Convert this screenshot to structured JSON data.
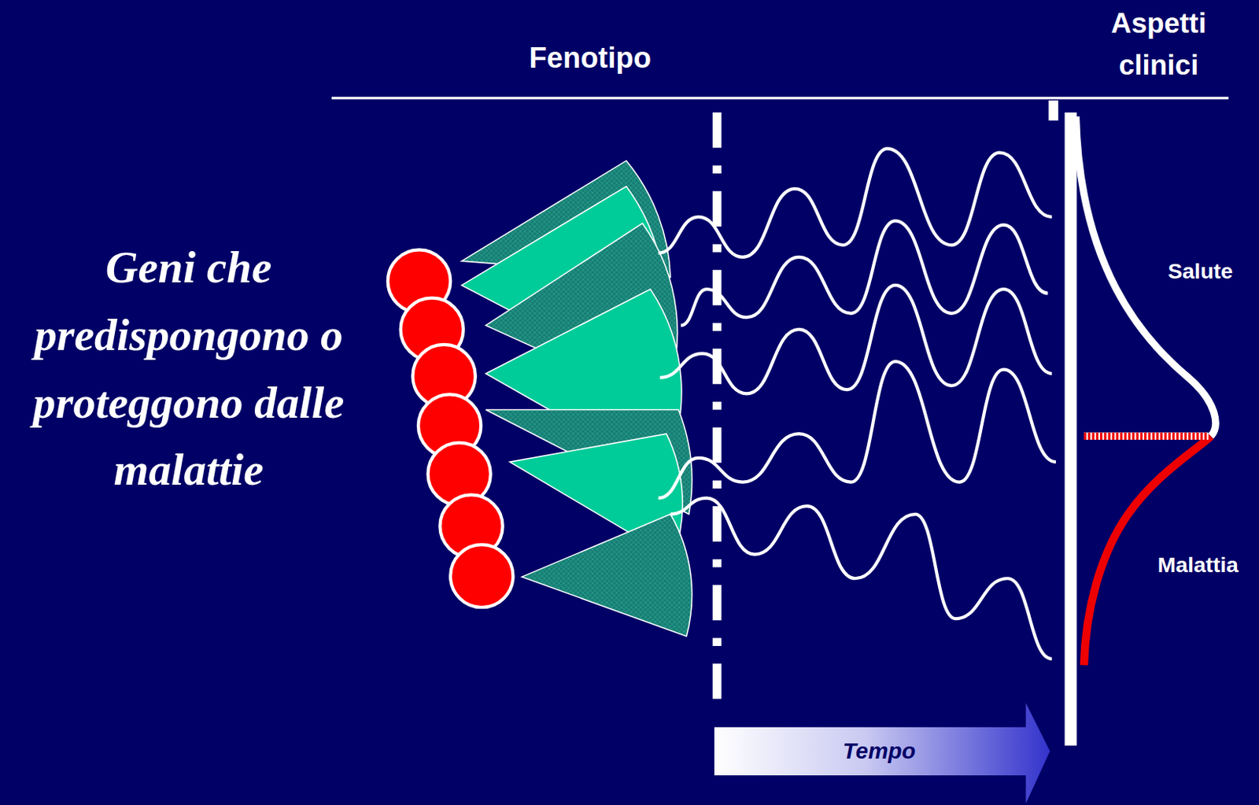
{
  "diagram": {
    "nodes": [
      {
        "text": [
          "Tempo"
        ]
      }
    ],
    "labels": [
      "Fenotipo",
      "Aspetti clinici",
      "Geni che predispongono o proteggono dalle malattie",
      "Salute",
      "Malattia"
    ]
  }
}
